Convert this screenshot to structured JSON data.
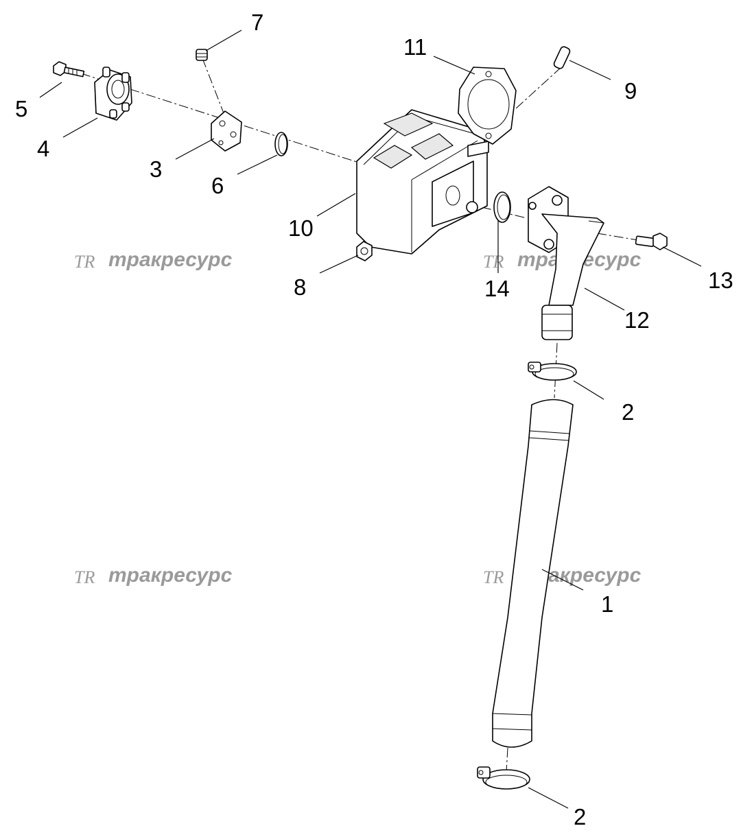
{
  "watermark": {
    "logo": "TR",
    "text": "тракресурс"
  },
  "callouts": [
    {
      "id": "c1",
      "label": "1",
      "part": "suction-hose"
    },
    {
      "id": "c2a",
      "label": "2",
      "part": "hose-clamp-upper"
    },
    {
      "id": "c2b",
      "label": "2",
      "part": "hose-clamp-lower"
    },
    {
      "id": "c3",
      "label": "3",
      "part": "spacer-block"
    },
    {
      "id": "c4",
      "label": "4",
      "part": "drive-flange"
    },
    {
      "id": "c5",
      "label": "5",
      "part": "bolt"
    },
    {
      "id": "c6",
      "label": "6",
      "part": "o-ring"
    },
    {
      "id": "c7",
      "label": "7",
      "part": "plug"
    },
    {
      "id": "c8",
      "label": "8",
      "part": "drain-plug"
    },
    {
      "id": "c9",
      "label": "9",
      "part": "pin"
    },
    {
      "id": "c10",
      "label": "10",
      "part": "hydraulic-pump"
    },
    {
      "id": "c11",
      "label": "11",
      "part": "gasket"
    },
    {
      "id": "c12",
      "label": "12",
      "part": "elbow-pipe"
    },
    {
      "id": "c13",
      "label": "13",
      "part": "elbow-bolt"
    },
    {
      "id": "c14",
      "label": "14",
      "part": "elbow-o-ring"
    }
  ]
}
